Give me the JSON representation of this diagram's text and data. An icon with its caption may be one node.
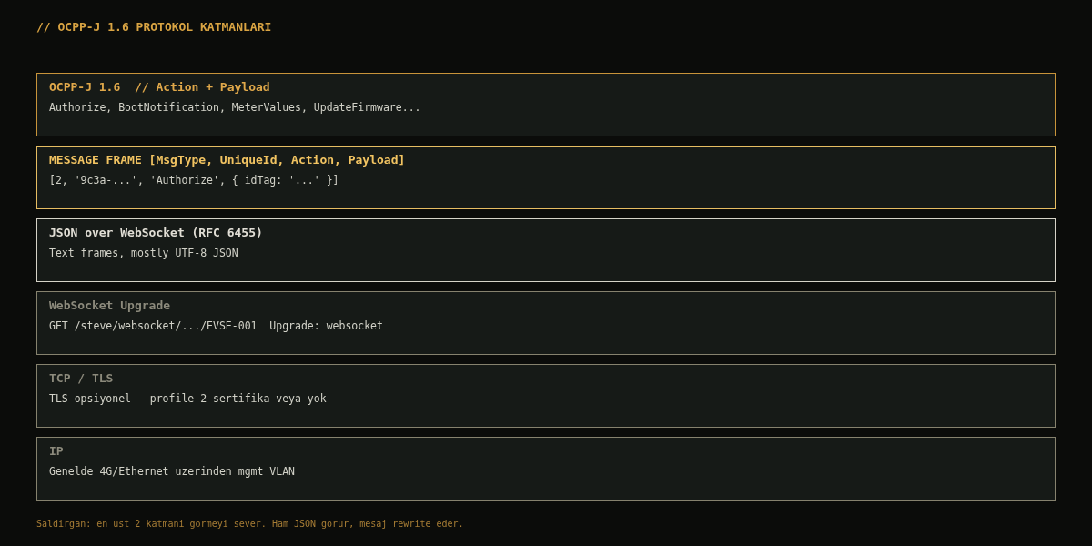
{
  "diagram": {
    "title": "// OCPP-J 1.6 PROTOKOL KATMANLARI",
    "nodes": [
      {
        "text": [
          "OCPP-J 1.6  // Action + Payload",
          "Authorize, BootNotification, MeterValues, UpdateFirmware..."
        ]
      },
      {
        "text": [
          "MESSAGE FRAME [MsgType, UniqueId, Action, Payload]",
          "[2, '9c3a-...', 'Authorize', { idTag: '...' }]"
        ]
      },
      {
        "text": [
          "JSON over WebSocket (RFC 6455)",
          "Text frames, mostly UTF-8 JSON"
        ]
      },
      {
        "text": [
          "WebSocket Upgrade",
          "GET /steve/websocket/.../EVSE-001  Upgrade: websocket"
        ]
      },
      {
        "text": [
          "TCP / TLS",
          "TLS opsiyonel - profile-2 sertifika veya yok"
        ]
      },
      {
        "text": [
          "IP",
          "Genelde 4G/Ethernet uzerinden mgmt VLAN"
        ]
      }
    ],
    "labels": [
      "Saldirgan: en ust 2 katmani gormeyi sever. Ham JSON gorur, mesaj rewrite eder."
    ]
  }
}
